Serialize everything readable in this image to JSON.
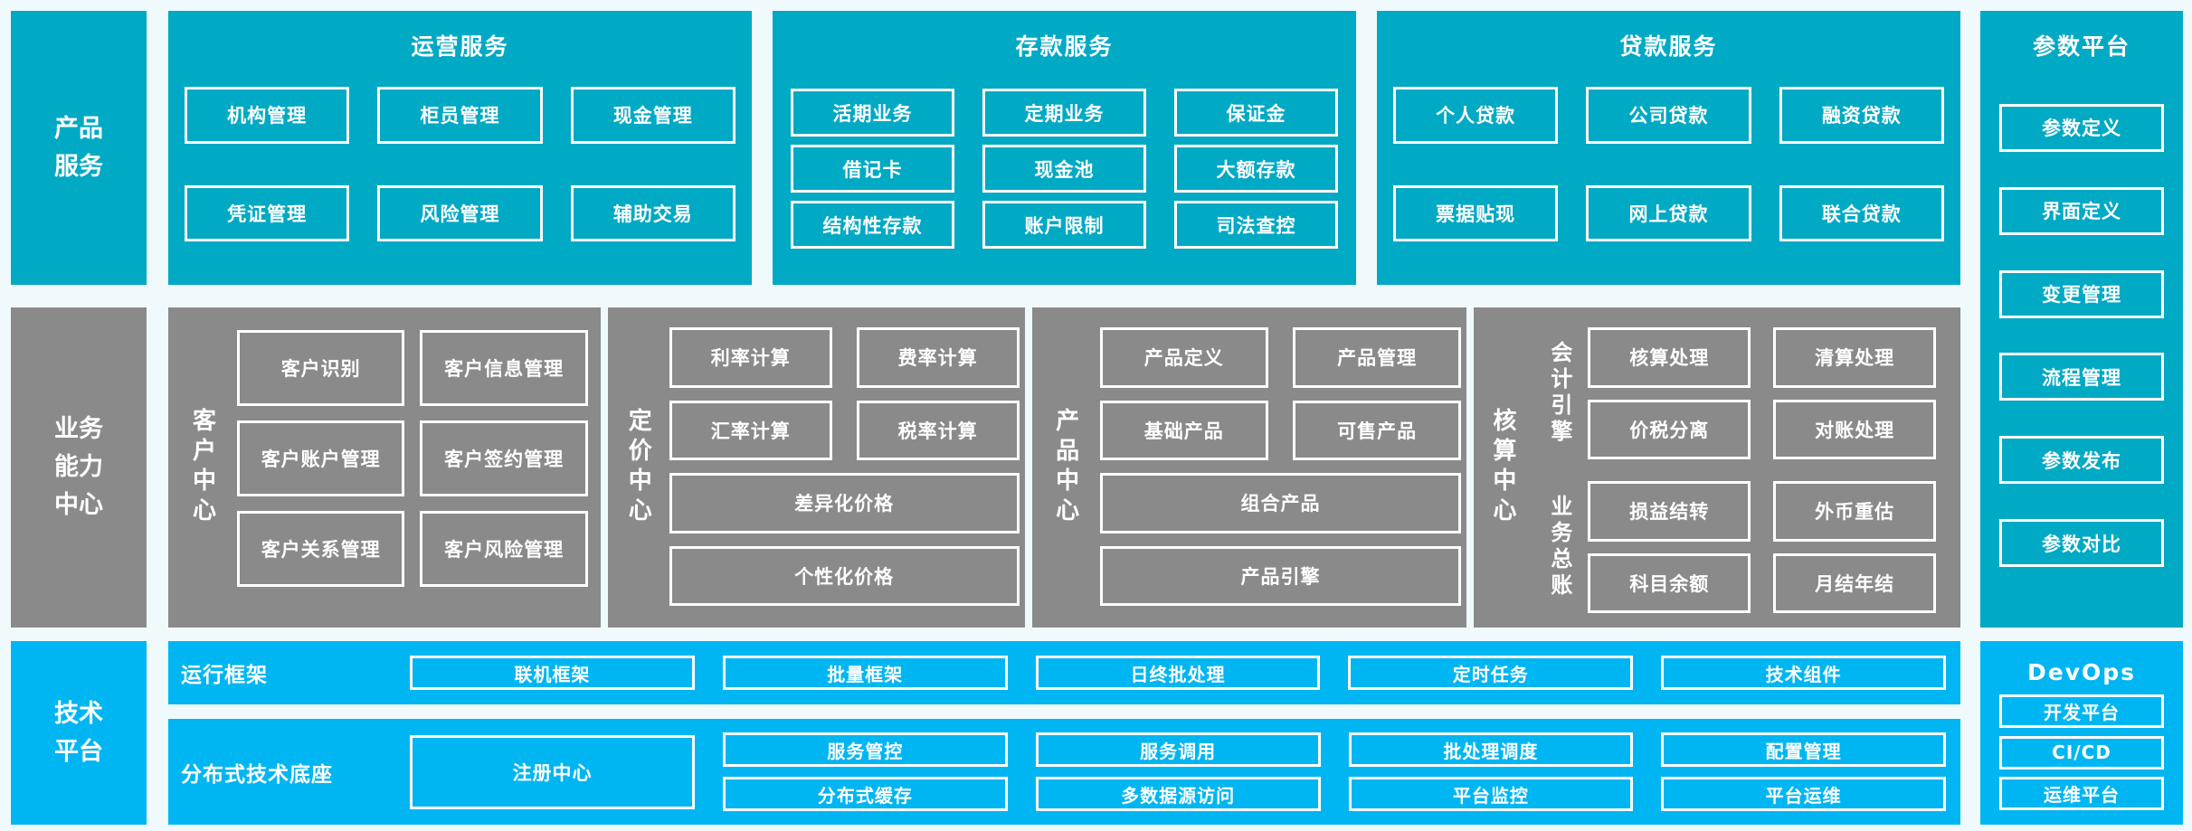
{
  "colors": {
    "teal": "#00a9c4",
    "gray": "#8a8a8a",
    "sky_blue": "#00b6f2",
    "background": "#f0fafc",
    "box_border": "#ffffff",
    "text": "#ffffff"
  },
  "product_row": {
    "sidebar": "产品服务",
    "panels": [
      {
        "title": "运营服务",
        "items": [
          "机构管理",
          "柜员管理",
          "现金管理",
          "凭证管理",
          "风险管理",
          "辅助交易"
        ]
      },
      {
        "title": "存款服务",
        "items": [
          "活期业务",
          "定期业务",
          "保证金",
          "借记卡",
          "现金池",
          "大额存款",
          "结构性存款",
          "账户限制",
          "司法查控"
        ]
      },
      {
        "title": "贷款服务",
        "items": [
          "个人贷款",
          "公司贷款",
          "融资贷款",
          "票据贴现",
          "网上贷款",
          "联合贷款"
        ]
      }
    ]
  },
  "param_platform": {
    "title": "参数平台",
    "items": [
      "参数定义",
      "界面定义",
      "变更管理",
      "流程管理",
      "参数发布",
      "参数对比"
    ]
  },
  "capability_row": {
    "sidebar": "业务能力中心",
    "customer": {
      "label": "客户中心",
      "items": [
        "客户识别",
        "客户信息管理",
        "客户账户管理",
        "客户签约管理",
        "客户关系管理",
        "客户风险管理"
      ]
    },
    "pricing": {
      "label": "定价中心",
      "items": [
        "利率计算",
        "费率计算",
        "汇率计算",
        "税率计算"
      ],
      "wide": [
        "差异化价格",
        "个性化价格"
      ]
    },
    "product": {
      "label": "产品中心",
      "items": [
        "产品定义",
        "产品管理",
        "基础产品",
        "可售产品"
      ],
      "wide": [
        "组合产品",
        "产品引擎"
      ]
    },
    "accounting": {
      "label": "核算中心",
      "groups": [
        {
          "label": "会计引擎",
          "items": [
            "核算处理",
            "清算处理",
            "价税分离",
            "对账处理"
          ]
        },
        {
          "label": "业务总账",
          "items": [
            "损益结转",
            "外币重估",
            "科目余额",
            "月结年结"
          ]
        }
      ]
    }
  },
  "tech_row": {
    "sidebar": "技术平台",
    "runtime": {
      "label": "运行框架",
      "items": [
        "联机框架",
        "批量框架",
        "日终批处理",
        "定时任务",
        "技术组件"
      ]
    },
    "distributed": {
      "label": "分布式技术底座",
      "registry": "注册中心",
      "columns": [
        [
          "服务管控",
          "分布式缓存"
        ],
        [
          "服务调用",
          "多数据源访问"
        ],
        [
          "批处理调度",
          "平台监控"
        ],
        [
          "配置管理",
          "平台运维"
        ]
      ]
    }
  },
  "devops": {
    "title": "DevOps",
    "items": [
      "开发平台",
      "CI/CD",
      "运维平台"
    ]
  }
}
